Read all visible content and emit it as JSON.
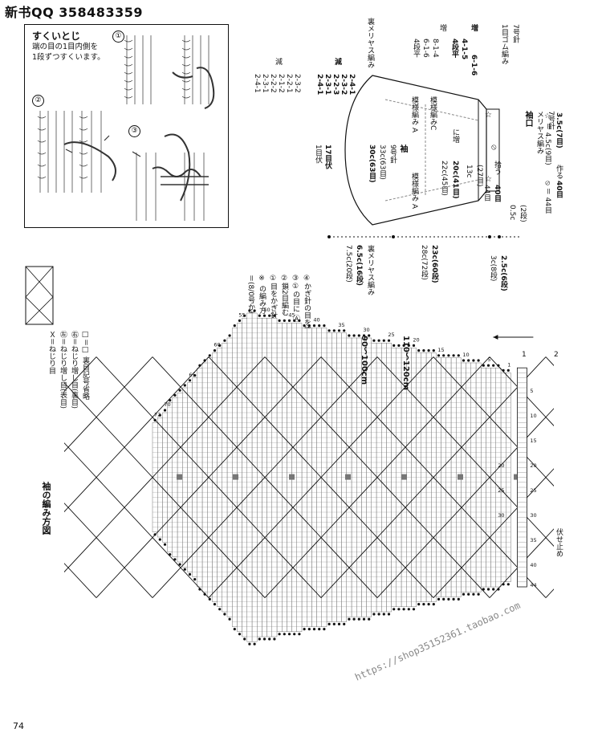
{
  "header": {
    "title": "新书QQ 358483359",
    "page_number": "74"
  },
  "watermark": "https://shop35152361.taobao.com",
  "stitch_box": {
    "title": "すくいとじ",
    "description_lines": [
      "端の目の1目内側を",
      "1段ずつすくいます。"
    ],
    "steps": [
      "①",
      "②",
      "③"
    ]
  },
  "legend": {
    "items": [
      {
        "symbol": "Ｘ",
        "text": "＝ねじり目"
      },
      {
        "symbol": "㊧",
        "text": "＝ねじり増し目(表目)"
      },
      {
        "symbol": "㊨",
        "text": "＝ねじり増し目(裏目)"
      },
      {
        "symbol": "□",
        "text": "＝□ 裏目記号省略"
      }
    ],
    "crochet_title": "＝(8/0号かぎ針)",
    "crochet_note_title": "※ の編み方",
    "crochet_steps": [
      "①目をかぎ針に移す",
      "②鎖2目編む",
      "③①の目に Ⓐ を編みつける",
      "④かぎ針の目を棒針に戻す"
    ]
  },
  "chart": {
    "title": "袖の編み方図",
    "size_labels": [
      "90〜100cm",
      "110〜120cm"
    ],
    "bind_off": "伏せ止め",
    "top_row_numbers": [
      "72",
      "70",
      "65",
      "60",
      "55",
      "50",
      "45",
      "40",
      "35",
      "30",
      "25",
      "20",
      "15",
      "10",
      "5",
      "1"
    ],
    "col_numbers": [
      "5",
      "10",
      "15",
      "20",
      "25",
      "30",
      "35",
      "40",
      "44"
    ],
    "inner_col_numbers": [
      "20",
      "25",
      "30"
    ],
    "edge_markers": [
      "1",
      "2"
    ]
  },
  "schematic": {
    "part": "袖",
    "needle": "9号針",
    "width_top": "33c(63目)",
    "width_main": "30c(63目)",
    "pattern_a": "模様編み A",
    "pattern_c": "模様編みC",
    "reverse_stockinette": "裏メリヤス編み",
    "cuff_label": "袖口",
    "cuff_stitch": "メリヤス編み",
    "cuff_needle": "7号針",
    "rib_label": "1目ゴム編み",
    "rib_needle": "7号針",
    "decrease_label": "減",
    "decrease_left": [
      "2-4-1",
      "2-3-1",
      "2-2-2",
      "2-1-2",
      "2-2-1",
      "2-3-2"
    ],
    "decrease_right": [
      "2-4-1",
      "2-3-1",
      "2-2-3",
      "2-3-2",
      "2-4-1"
    ],
    "increase_label": "増",
    "increase_left": [
      "4段平",
      "6-1-6",
      "8-1-4"
    ],
    "increase_right": [
      "4段平",
      "4-1-5",
      "6-1-6"
    ],
    "bind_left": [
      "1目",
      "伏"
    ],
    "bind_left_bold": [
      "17目",
      "伏"
    ],
    "center_increase": "22c(45目)",
    "center_increase_bold": "20c(41目)",
    "center_increase_suffix": "に増",
    "cuff_width": "13c",
    "cuff_width_sub": "(27目)",
    "pickup": "44目",
    "pickup_bold": "40目",
    "pickup_suffix": "拾う",
    "cap_height": "7.5c(20段)",
    "cap_height_bold": "6.5c(16段)",
    "body_length": "28c(72段)",
    "body_length_bold": "23c(60段)",
    "cuff_len": "0.5c",
    "cuff_len_sub": "(2段)",
    "bottom_len": "3c(8段)",
    "bottom_len_bold": "2.5c(6段)",
    "star_note": "☆ ＝ 4.5c(9目)",
    "star_note_bold": "3.5c(7目)",
    "ell_note": "⦸ ＝ 44目",
    "ell_note_bold": "40目",
    "ell_note_suffix": "作る",
    "cuff_markers": [
      "☆",
      "☆",
      "⦸"
    ]
  }
}
